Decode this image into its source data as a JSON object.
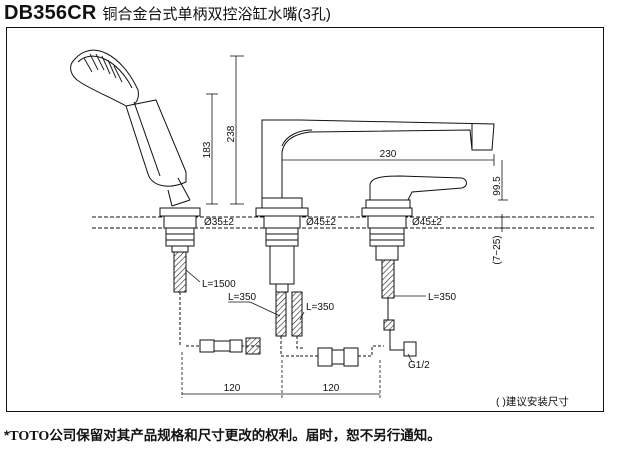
{
  "header": {
    "model": "DB356CR",
    "name": "铜合金台式单柄双控浴缸水嘴(3孔)"
  },
  "dimensions": {
    "handshower_height": "238",
    "hose_height": "183",
    "spout_reach": "230",
    "lever_height": "99.5",
    "deck_range": "(7~25)",
    "hole_1": "Ø35±2",
    "hole_2": "Ø45±2",
    "hole_3": "Ø45±2",
    "hose_shower": "L=1500",
    "hose_left": "L=350",
    "hose_mid": "L=350",
    "hose_right": "L=350",
    "spacing_left": "120",
    "spacing_right": "120",
    "thread": "G1/2"
  },
  "note": "( )建议安装尺寸",
  "footer": {
    "star": "*",
    "brand": "TOTO",
    "text": "公司保留对其产品规格和尺寸更改的权利。届时，恕不另行通知。"
  }
}
